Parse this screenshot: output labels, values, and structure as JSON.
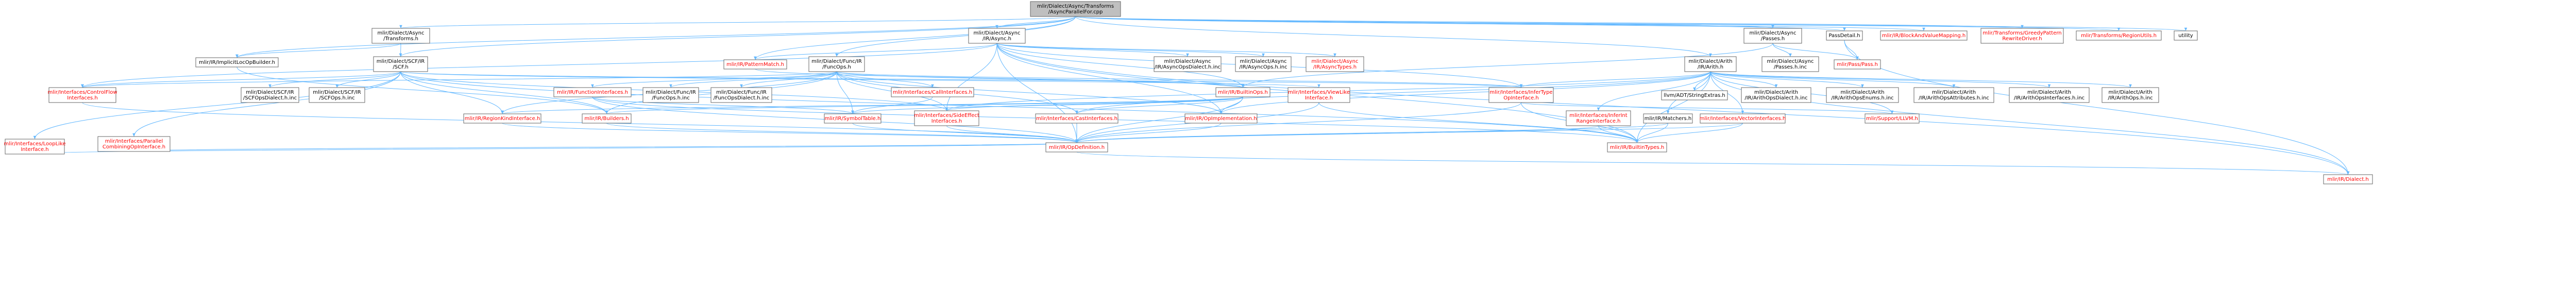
{
  "diagram": {
    "colors": {
      "root_fill": "#bfbfbf",
      "node_fill": "#ffffff",
      "node_stroke": "#666666",
      "text": "#000000",
      "missing_text": "#ff0000",
      "edge": "#63b8ff"
    },
    "nodes": [
      {
        "id": "root",
        "lines": [
          "mlir/Dialect/Async/Transforms",
          "/AsyncParallelFor.cpp"
        ],
        "kind": "root"
      },
      {
        "id": "async_transforms_h",
        "lines": [
          "mlir/Dialect/Async",
          "/Transforms.h"
        ],
        "kind": "file"
      },
      {
        "id": "async_ir_h",
        "lines": [
          "mlir/Dialect/Async",
          "/IR/Async.h"
        ],
        "kind": "file"
      },
      {
        "id": "async_passes_h",
        "lines": [
          "mlir/Dialect/Async",
          "/Passes.h"
        ],
        "kind": "file"
      },
      {
        "id": "passdetail_h",
        "lines": [
          "PassDetail.h"
        ],
        "kind": "file"
      },
      {
        "id": "blockandvaluemapping_h",
        "lines": [
          "mlir/IR/BlockAndValueMapping.h"
        ],
        "kind": "missing"
      },
      {
        "id": "greedy_driver_h",
        "lines": [
          "mlir/Transforms/GreedyPattern",
          "RewriteDriver.h"
        ],
        "kind": "missing"
      },
      {
        "id": "regionutils_h",
        "lines": [
          "mlir/Transforms/RegionUtils.h"
        ],
        "kind": "missing"
      },
      {
        "id": "utility",
        "lines": [
          "utility"
        ],
        "kind": "system"
      },
      {
        "id": "implicitlocopbuilder_h",
        "lines": [
          "mlir/IR/ImplicitLocOpBuilder.h"
        ],
        "kind": "file"
      },
      {
        "id": "scf_h",
        "lines": [
          "mlir/Dialect/SCF/IR",
          "/SCF.h"
        ],
        "kind": "file"
      },
      {
        "id": "func_ops_h",
        "lines": [
          "mlir/Dialect/Func/IR",
          "/FuncOps.h"
        ],
        "kind": "file"
      },
      {
        "id": "patternmatch_h",
        "lines": [
          "mlir/IR/PatternMatch.h"
        ],
        "kind": "missing"
      },
      {
        "id": "asyncopsdialect_h_inc",
        "lines": [
          "mlir/Dialect/Async",
          "/IR/AsyncOpsDialect.h.inc"
        ],
        "kind": "file"
      },
      {
        "id": "asyncops_h_inc",
        "lines": [
          "mlir/Dialect/Async",
          "/IR/AsyncOps.h.inc"
        ],
        "kind": "file"
      },
      {
        "id": "asynctypes_h",
        "lines": [
          "mlir/Dialect/Async",
          "/IR/AsyncTypes.h"
        ],
        "kind": "missing"
      },
      {
        "id": "arith_h",
        "lines": [
          "mlir/Dialect/Arith",
          "/IR/Arith.h"
        ],
        "kind": "file"
      },
      {
        "id": "passes_h_inc",
        "lines": [
          "mlir/Dialect/Async",
          "/Passes.h.inc"
        ],
        "kind": "file"
      },
      {
        "id": "pass_h",
        "lines": [
          "mlir/Pass/Pass.h"
        ],
        "kind": "missing"
      },
      {
        "id": "controlflow_h",
        "lines": [
          "mlir/Interfaces/ControlFlow",
          "Interfaces.h"
        ],
        "kind": "missing"
      },
      {
        "id": "loopsfor_h",
        "lines": [
          "mlir/Interfaces/LoopLike",
          "Interface.h"
        ],
        "kind": "missing"
      },
      {
        "id": "parallelcombining_h",
        "lines": [
          "mlir/Interfaces/Parallel",
          "CombiningOpInterface.h"
        ],
        "kind": "missing"
      },
      {
        "id": "scfopsdialect_h_inc",
        "lines": [
          "mlir/Dialect/SCF/IR",
          "/SCFOpsDialect.h.inc"
        ],
        "kind": "file"
      },
      {
        "id": "scfops_h_inc",
        "lines": [
          "mlir/Dialect/SCF/IR",
          "/SCFOps.h.inc"
        ],
        "kind": "file"
      },
      {
        "id": "functioninterfaces_h",
        "lines": [
          "mlir/IR/FunctionInterfaces.h"
        ],
        "kind": "missing"
      },
      {
        "id": "funcops_h_inc",
        "lines": [
          "mlir/Dialect/Func/IR",
          "/FuncOps.h.inc"
        ],
        "kind": "file"
      },
      {
        "id": "funcopsdialect_h_inc",
        "lines": [
          "mlir/Dialect/Func/IR",
          "/FuncOpsDialect.h.inc"
        ],
        "kind": "file"
      },
      {
        "id": "callinterfaces_h",
        "lines": [
          "mlir/Interfaces/CallInterfaces.h"
        ],
        "kind": "missing"
      },
      {
        "id": "builtinops_h",
        "lines": [
          "mlir/IR/BuiltinOps.h"
        ],
        "kind": "missing"
      },
      {
        "id": "viewlike_h",
        "lines": [
          "mlir/Interfaces/ViewLike",
          "Interface.h"
        ],
        "kind": "missing"
      },
      {
        "id": "infertype_h",
        "lines": [
          "mlir/Interfaces/InferType",
          "OpInterface.h"
        ],
        "kind": "missing"
      },
      {
        "id": "stringextras_h",
        "lines": [
          "llvm/ADT/StringExtras.h"
        ],
        "kind": "system"
      },
      {
        "id": "arithopsdialect_h_inc",
        "lines": [
          "mlir/Dialect/Arith",
          "/IR/ArithOpsDialect.h.inc"
        ],
        "kind": "file"
      },
      {
        "id": "arithopsenums_h_inc",
        "lines": [
          "mlir/Dialect/Arith",
          "/IR/ArithOpsEnums.h.inc"
        ],
        "kind": "file"
      },
      {
        "id": "arithopsattributes_h_inc",
        "lines": [
          "mlir/Dialect/Arith",
          "/IR/ArithOpsAttributes.h.inc"
        ],
        "kind": "file"
      },
      {
        "id": "arithopsinterfaces_h_inc",
        "lines": [
          "mlir/Dialect/Arith",
          "/IR/ArithOpsInterfaces.h.inc"
        ],
        "kind": "file"
      },
      {
        "id": "arithops_h_inc",
        "lines": [
          "mlir/Dialect/Arith",
          "/IR/ArithOps.h.inc"
        ],
        "kind": "file"
      },
      {
        "id": "regionkindinterface_h",
        "lines": [
          "mlir/IR/RegionKindInterface.h"
        ],
        "kind": "missing"
      },
      {
        "id": "builders_h",
        "lines": [
          "mlir/IR/Builders.h"
        ],
        "kind": "missing"
      },
      {
        "id": "symboltable_h",
        "lines": [
          "mlir/IR/SymbolTable.h"
        ],
        "kind": "missing"
      },
      {
        "id": "sideeffect_h",
        "lines": [
          "mlir/Interfaces/SideEffect",
          "Interfaces.h"
        ],
        "kind": "missing"
      },
      {
        "id": "castinterfaces_h",
        "lines": [
          "mlir/Interfaces/CastInterfaces.h"
        ],
        "kind": "missing"
      },
      {
        "id": "opimplementation_h",
        "lines": [
          "mlir/IR/OpImplementation.h"
        ],
        "kind": "missing"
      },
      {
        "id": "inferintrange_h",
        "lines": [
          "mlir/Interfaces/InferInt",
          "RangeInterface.h"
        ],
        "kind": "missing"
      },
      {
        "id": "matchers_h",
        "lines": [
          "mlir/IR/Matchers.h"
        ],
        "kind": "file"
      },
      {
        "id": "vectorinterfaces_h",
        "lines": [
          "mlir/Interfaces/VectorInterfaces.h"
        ],
        "kind": "missing"
      },
      {
        "id": "support_llvm_h",
        "lines": [
          "mlir/Support/LLVM.h"
        ],
        "kind": "missing"
      },
      {
        "id": "opdefinition_h",
        "lines": [
          "mlir/IR/OpDefinition.h"
        ],
        "kind": "missing"
      },
      {
        "id": "builtintypes_h",
        "lines": [
          "mlir/IR/BuiltinTypes.h"
        ],
        "kind": "missing"
      },
      {
        "id": "dialect_h",
        "lines": [
          "mlir/IR/Dialect.h"
        ],
        "kind": "missing"
      }
    ],
    "edges": [
      [
        "root",
        "async_transforms_h"
      ],
      [
        "root",
        "async_ir_h"
      ],
      [
        "root",
        "async_passes_h"
      ],
      [
        "root",
        "passdetail_h"
      ],
      [
        "root",
        "blockandvaluemapping_h"
      ],
      [
        "root",
        "greedy_driver_h"
      ],
      [
        "root",
        "regionutils_h"
      ],
      [
        "root",
        "utility"
      ],
      [
        "root",
        "implicitlocopbuilder_h"
      ],
      [
        "root",
        "scf_h"
      ],
      [
        "root",
        "func_ops_h"
      ],
      [
        "root",
        "patternmatch_h"
      ],
      [
        "root",
        "arith_h"
      ],
      [
        "async_transforms_h",
        "implicitlocopbuilder_h"
      ],
      [
        "async_transforms_h",
        "scf_h"
      ],
      [
        "async_ir_h",
        "patternmatch_h"
      ],
      [
        "async_ir_h",
        "asyncopsdialect_h_inc"
      ],
      [
        "async_ir_h",
        "asyncops_h_inc"
      ],
      [
        "async_ir_h",
        "asynctypes_h"
      ],
      [
        "async_ir_h",
        "controlflow_h"
      ],
      [
        "async_ir_h",
        "builtinops_h"
      ],
      [
        "async_ir_h",
        "infertype_h"
      ],
      [
        "async_ir_h",
        "opimplementation_h"
      ],
      [
        "async_ir_h",
        "sideeffect_h"
      ],
      [
        "async_ir_h",
        "builtintypes_h"
      ],
      [
        "async_ir_h",
        "dialect_h"
      ],
      [
        "async_ir_h",
        "opdefinition_h"
      ],
      [
        "async_passes_h",
        "passes_h_inc"
      ],
      [
        "async_passes_h",
        "pass_h"
      ],
      [
        "async_passes_h",
        "builtinops_h"
      ],
      [
        "passdetail_h",
        "pass_h"
      ],
      [
        "passdetail_h",
        "dialect_h"
      ],
      [
        "implicitlocopbuilder_h",
        "builders_h"
      ],
      [
        "scf_h",
        "controlflow_h"
      ],
      [
        "scf_h",
        "loopsfor_h"
      ],
      [
        "scf_h",
        "parallelcombining_h"
      ],
      [
        "scf_h",
        "scfopsdialect_h_inc"
      ],
      [
        "scf_h",
        "scfops_h_inc"
      ],
      [
        "scf_h",
        "builders_h"
      ],
      [
        "scf_h",
        "builtintypes_h"
      ],
      [
        "scf_h",
        "regionkindinterface_h"
      ],
      [
        "scf_h",
        "infertype_h"
      ],
      [
        "scf_h",
        "viewlike_h"
      ],
      [
        "scf_h",
        "sideeffect_h"
      ],
      [
        "func_ops_h",
        "functioninterfaces_h"
      ],
      [
        "func_ops_h",
        "funcops_h_inc"
      ],
      [
        "func_ops_h",
        "funcopsdialect_h_inc"
      ],
      [
        "func_ops_h",
        "callinterfaces_h"
      ],
      [
        "func_ops_h",
        "builtinops_h"
      ],
      [
        "func_ops_h",
        "controlflow_h"
      ],
      [
        "func_ops_h",
        "symboltable_h"
      ],
      [
        "func_ops_h",
        "builders_h"
      ],
      [
        "func_ops_h",
        "infertype_h"
      ],
      [
        "func_ops_h",
        "sideeffect_h"
      ],
      [
        "func_ops_h",
        "castinterfaces_h"
      ],
      [
        "func_ops_h",
        "opimplementation_h"
      ],
      [
        "func_ops_h",
        "regionkindinterface_h"
      ],
      [
        "patternmatch_h",
        "builtinops_h"
      ],
      [
        "arith_h",
        "arithopsdialect_h_inc"
      ],
      [
        "arith_h",
        "arithopsenums_h_inc"
      ],
      [
        "arith_h",
        "arithopsattributes_h_inc"
      ],
      [
        "arith_h",
        "arithopsinterfaces_h_inc"
      ],
      [
        "arith_h",
        "arithops_h_inc"
      ],
      [
        "arith_h",
        "stringextras_h"
      ],
      [
        "arith_h",
        "infertype_h"
      ],
      [
        "arith_h",
        "castinterfaces_h"
      ],
      [
        "arith_h",
        "inferintrange_h"
      ],
      [
        "arith_h",
        "matchers_h"
      ],
      [
        "arith_h",
        "vectorinterfaces_h"
      ],
      [
        "arith_h",
        "sideeffect_h"
      ],
      [
        "arith_h",
        "opimplementation_h"
      ],
      [
        "arith_h",
        "builtintypes_h"
      ],
      [
        "arith_h",
        "dialect_h"
      ],
      [
        "arith_h",
        "support_llvm_h"
      ],
      [
        "controlflow_h",
        "opdefinition_h"
      ],
      [
        "loopsfor_h",
        "opdefinition_h"
      ],
      [
        "parallelcombining_h",
        "opdefinition_h"
      ],
      [
        "functioninterfaces_h",
        "builtintypes_h"
      ],
      [
        "functioninterfaces_h",
        "opdefinition_h"
      ],
      [
        "functioninterfaces_h",
        "symboltable_h"
      ],
      [
        "callinterfaces_h",
        "symboltable_h"
      ],
      [
        "builtinops_h",
        "builders_h"
      ],
      [
        "builtinops_h",
        "symboltable_h"
      ],
      [
        "builtinops_h",
        "opdefinition_h"
      ],
      [
        "builtinops_h",
        "regionkindinterface_h"
      ],
      [
        "builtinops_h",
        "castinterfaces_h"
      ],
      [
        "builtinops_h",
        "sideeffect_h"
      ],
      [
        "builtinops_h",
        "opimplementation_h"
      ],
      [
        "viewlike_h",
        "opdefinition_h"
      ],
      [
        "viewlike_h",
        "builtintypes_h"
      ],
      [
        "infertype_h",
        "opdefinition_h"
      ],
      [
        "infertype_h",
        "builtintypes_h"
      ],
      [
        "infertype_h",
        "support_llvm_h"
      ],
      [
        "regionkindinterface_h",
        "opdefinition_h"
      ],
      [
        "builders_h",
        "opdefinition_h"
      ],
      [
        "symboltable_h",
        "opdefinition_h"
      ],
      [
        "sideeffect_h",
        "opdefinition_h"
      ],
      [
        "castinterfaces_h",
        "opdefinition_h"
      ],
      [
        "opimplementation_h",
        "opdefinition_h"
      ],
      [
        "inferintrange_h",
        "opdefinition_h"
      ],
      [
        "inferintrange_h",
        "builtintypes_h"
      ],
      [
        "matchers_h",
        "opdefinition_h"
      ],
      [
        "matchers_h",
        "builtintypes_h"
      ],
      [
        "vectorinterfaces_h",
        "opdefinition_h"
      ],
      [
        "vectorinterfaces_h",
        "builtintypes_h"
      ],
      [
        "opdefinition_h",
        "dialect_h"
      ]
    ]
  }
}
